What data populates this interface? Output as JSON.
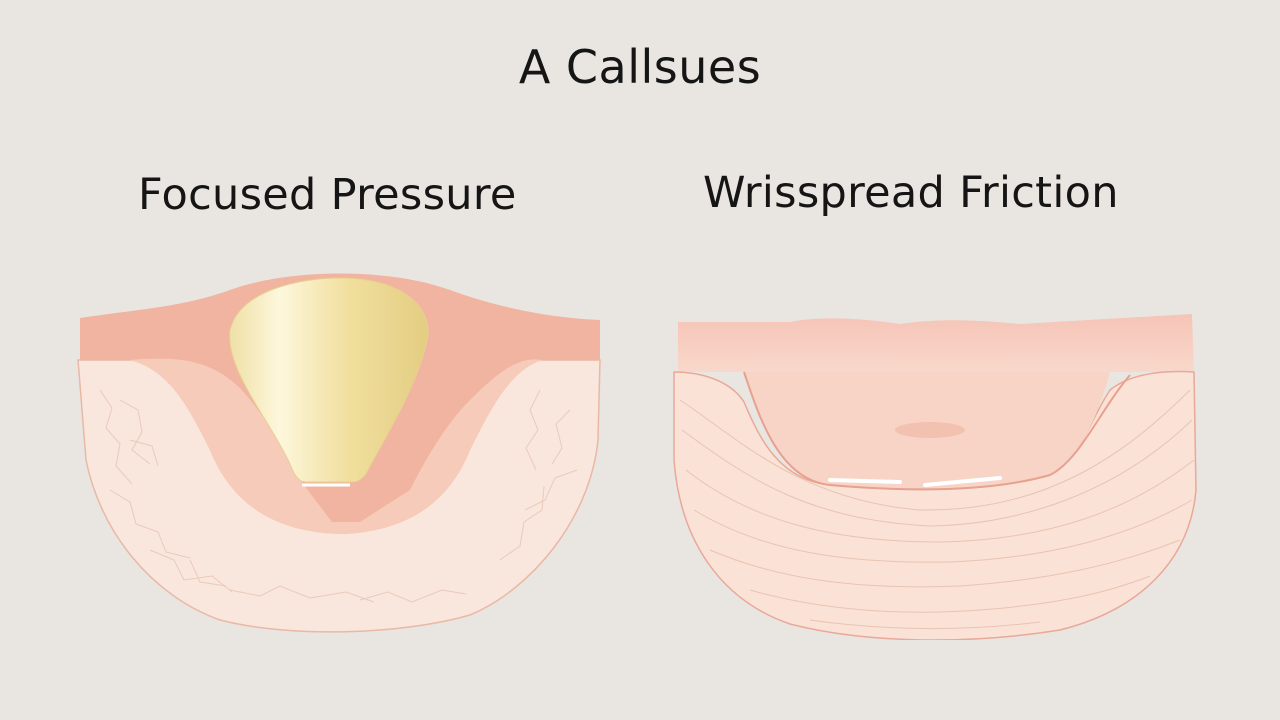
{
  "title": "A Callsues",
  "panels": [
    {
      "label": "Focused Pressure",
      "illustration": "corn-cone-pressing-into-skin-layers"
    },
    {
      "label": "Wrisspread Friction",
      "illustration": "broad-callus-thickened-skin-layers"
    }
  ],
  "colors": {
    "background": "#e9e6e1",
    "epidermis": "#f0b4a0",
    "dermis": "#f7cbb9",
    "subcutaneous": "#f9e6dc",
    "core_light": "#fcf4d6",
    "core_dark": "#e8d38a",
    "text": "#151515"
  }
}
